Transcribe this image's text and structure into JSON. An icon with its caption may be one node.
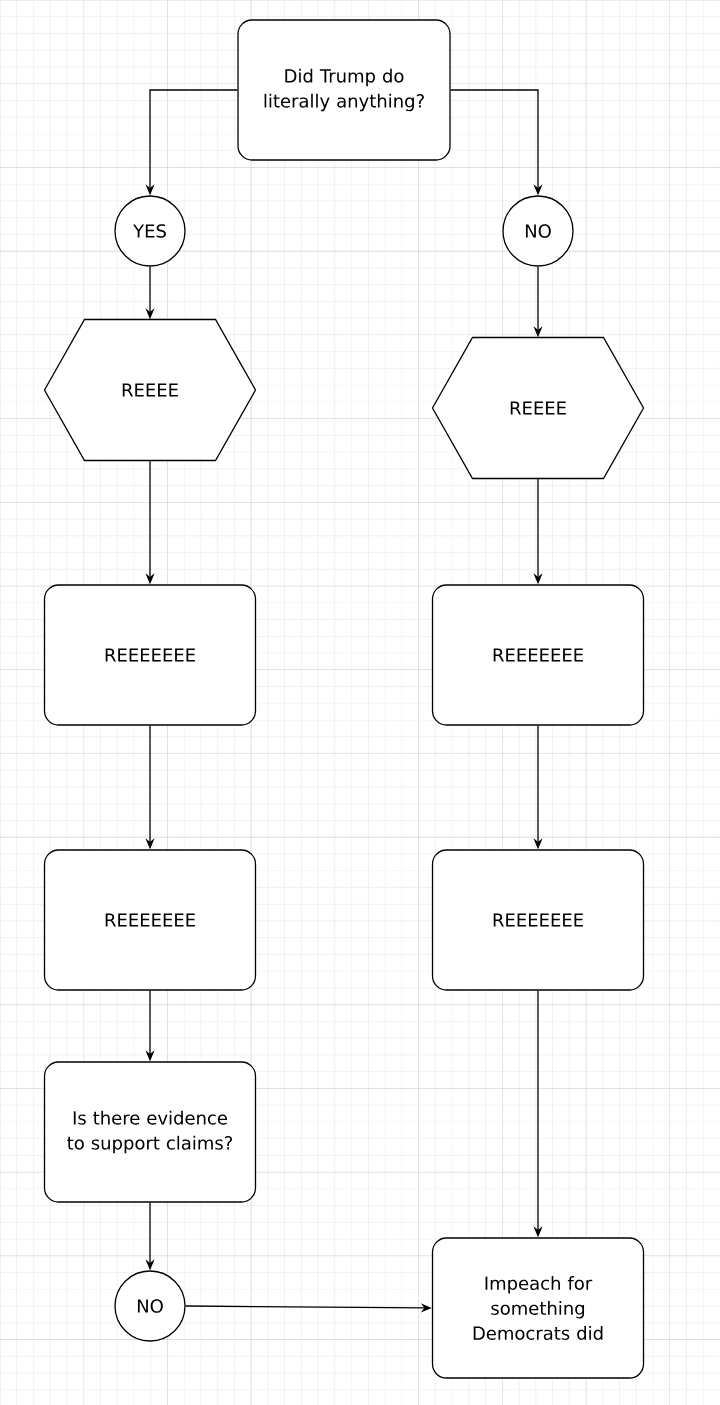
{
  "diagram": {
    "nodes": [
      {
        "text": [
          "Did Trump do literally anything?"
        ]
      },
      {
        "text": [
          "YES"
        ]
      },
      {
        "text": [
          "NO"
        ]
      },
      {
        "text": [
          "REEEE"
        ]
      },
      {
        "text": [
          "REEEE"
        ]
      },
      {
        "text": [
          "REEEEEEE"
        ]
      },
      {
        "text": [
          "REEEEEEE"
        ]
      },
      {
        "text": [
          "REEEEEEE"
        ]
      },
      {
        "text": [
          "REEEEEEE"
        ]
      },
      {
        "text": [
          "Is there evidence to support claims?"
        ]
      },
      {
        "text": [
          "NO"
        ]
      },
      {
        "text": [
          "Impeach for something Democrats did"
        ]
      }
    ],
    "edges": [
      {
        "from": 0,
        "to": 1,
        "arrow": "to"
      },
      {
        "from": 0,
        "to": 2,
        "arrow": "to"
      },
      {
        "from": 1,
        "to": 3,
        "arrow": "to"
      },
      {
        "from": 2,
        "to": 4,
        "arrow": "to"
      },
      {
        "from": 3,
        "to": 5,
        "arrow": "to"
      },
      {
        "from": 4,
        "to": 6,
        "arrow": "to"
      },
      {
        "from": 5,
        "to": 7,
        "arrow": "to"
      },
      {
        "from": 6,
        "to": 8,
        "arrow": "to"
      },
      {
        "from": 7,
        "to": 9,
        "arrow": "to"
      },
      {
        "from": 9,
        "to": 10,
        "arrow": "to"
      },
      {
        "from": 10,
        "to": 11,
        "arrow": "to"
      },
      {
        "from": 8,
        "to": 11,
        "arrow": "to"
      }
    ]
  }
}
